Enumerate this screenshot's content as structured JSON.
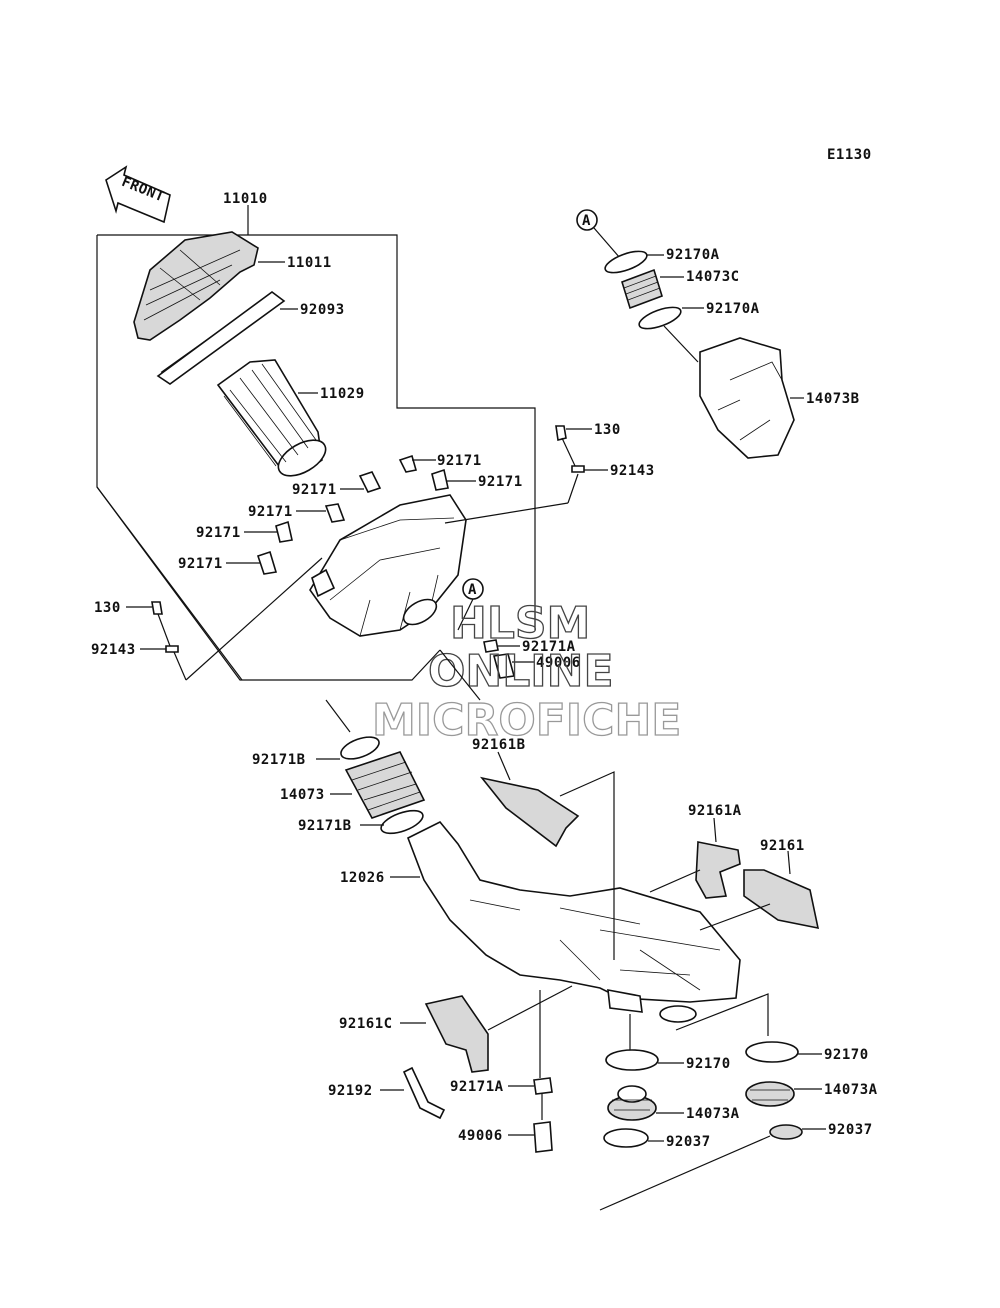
{
  "diagram_code": "E1130",
  "front_arrow_text": "FRONT",
  "ref_marker": "A",
  "watermark": [
    "HLSM",
    "ONLINE",
    "MICROFICHE"
  ],
  "labels": {
    "assy_11010": "11010",
    "p11011": "11011",
    "p92093": "92093",
    "p11029": "11029",
    "p92171_a": "92171",
    "p92171_b": "92171",
    "p92171_c": "92171",
    "p92171_d": "92171",
    "p92171_e": "92171",
    "p92171_f": "92171",
    "p130_right": "130",
    "p92143_right": "92143",
    "p130_left": "130",
    "p92143_left": "92143",
    "p92171A_top": "92171A",
    "p49006_top": "49006",
    "p92170A_1": "92170A",
    "p14073C": "14073C",
    "p92170A_2": "92170A",
    "p14073B": "14073B",
    "p92171B_1": "92171B",
    "p14073": "14073",
    "p92171B_2": "92171B",
    "p12026": "12026",
    "p92161B": "92161B",
    "p92161A": "92161A",
    "p92161": "92161",
    "p92161C": "92161C",
    "p92192": "92192",
    "p92171A_bot": "92171A",
    "p49006_bot": "49006",
    "p92170_l": "92170",
    "p14073A_l": "14073A",
    "p92037_l": "92037",
    "p92170_r": "92170",
    "p14073A_r": "14073A",
    "p92037_r": "92037"
  }
}
